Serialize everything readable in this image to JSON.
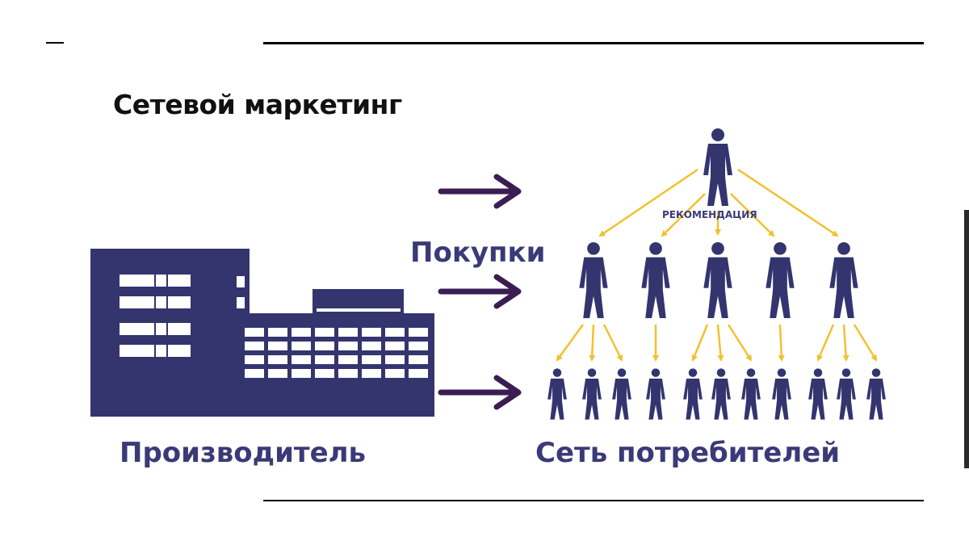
{
  "title": "Сетевой маркетинг",
  "labels": {
    "manufacturer": "Производитель",
    "purchases": "Покупки",
    "recommendation": "РЕКОМЕНДАЦИЯ",
    "consumer_network": "Сеть потребителей"
  },
  "colors": {
    "figure": "#34346f",
    "arrow": "#3a1d52",
    "recommendation_arrow": "#f2c12e",
    "label": "#3a3a78"
  },
  "icons": [
    "building-icon",
    "person-icon",
    "arrow-right-icon"
  ]
}
